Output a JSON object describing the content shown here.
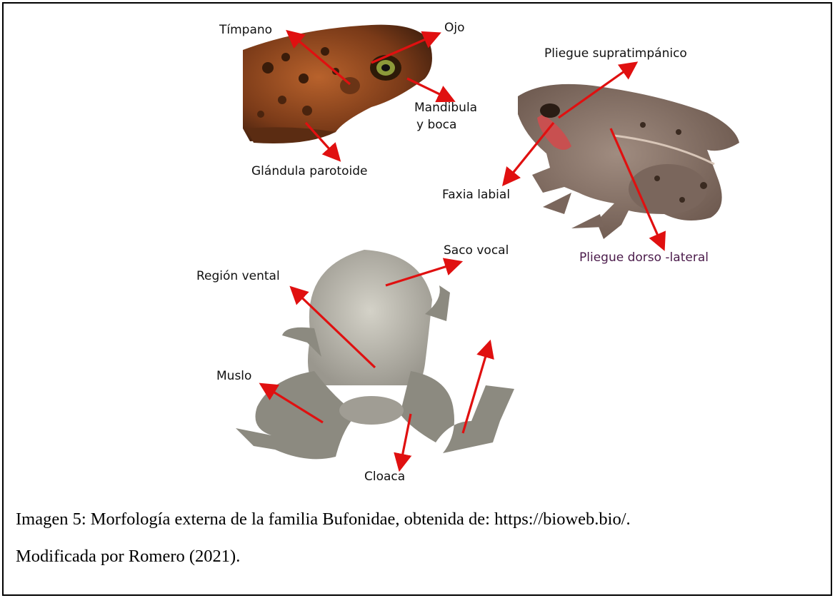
{
  "labels": {
    "timpano": "Tímpano",
    "ojo": "Ojo",
    "mandibula_1": "Mandibula",
    "mandibula_2": "y boca",
    "glandula": "Glándula parotoide",
    "pliegue_supra": "Pliegue supratimpánico",
    "faxia": "Faxia labial",
    "pliegue_dorso": "Pliegue dorso -lateral",
    "saco": "Saco vocal",
    "region": "Región vental",
    "muslo": "Muslo",
    "cloaca": "Cloaca"
  },
  "caption": {
    "line1": "Imagen 5: Morfología externa de la familia Bufonidae, obtenida de: https://bioweb.bio/.",
    "line2": "Modificada por Romero (2021)."
  },
  "colors": {
    "arrow": "#e01010",
    "label_purple": "#4a1a4a",
    "toad_brown": "#8a4a22",
    "frog_brown": "#8a7568",
    "belly": "#c9c6bc"
  }
}
